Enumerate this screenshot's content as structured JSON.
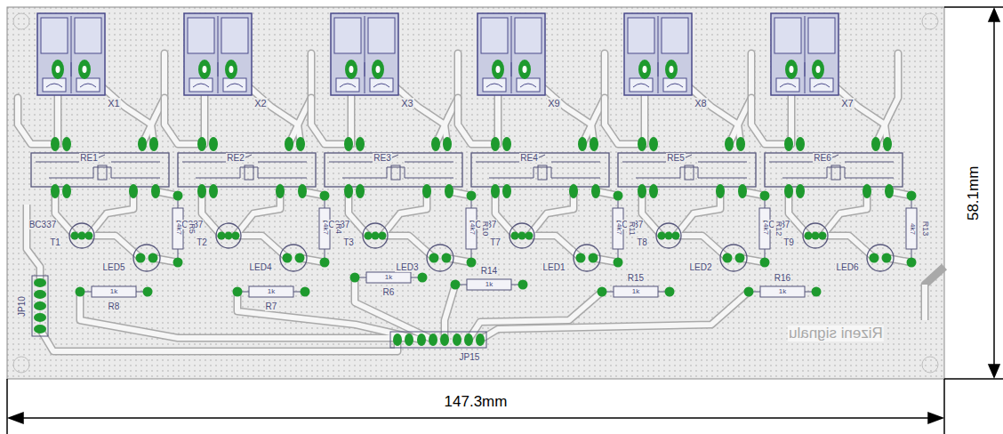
{
  "diagram": {
    "labels": [
      "X1",
      "X2",
      "X3",
      "X9",
      "X8",
      "X7",
      "RE1",
      "RE2",
      "RE3",
      "RE4",
      "RE5",
      "RE6",
      "BC337",
      "T1",
      "BC337",
      "T2",
      "BC337",
      "T3",
      "BC337",
      "T7",
      "BC337",
      "T8",
      "BC337",
      "T9",
      "LED5",
      "LED4",
      "LED3",
      "LED1",
      "LED2",
      "LED6",
      "R5",
      "R4",
      "R10",
      "R11",
      "R12",
      "R13",
      "4k7",
      "4k7",
      "4k7",
      "4k7",
      "4k7",
      "4k7",
      "R8",
      "R7",
      "R6",
      "R14",
      "R15",
      "R16",
      "1k",
      "1k",
      "1k",
      "1k",
      "1k",
      "1k",
      "JP10",
      "JP15",
      "Rizeni signalu",
      "147.3mm",
      "58.1mm"
    ]
  }
}
